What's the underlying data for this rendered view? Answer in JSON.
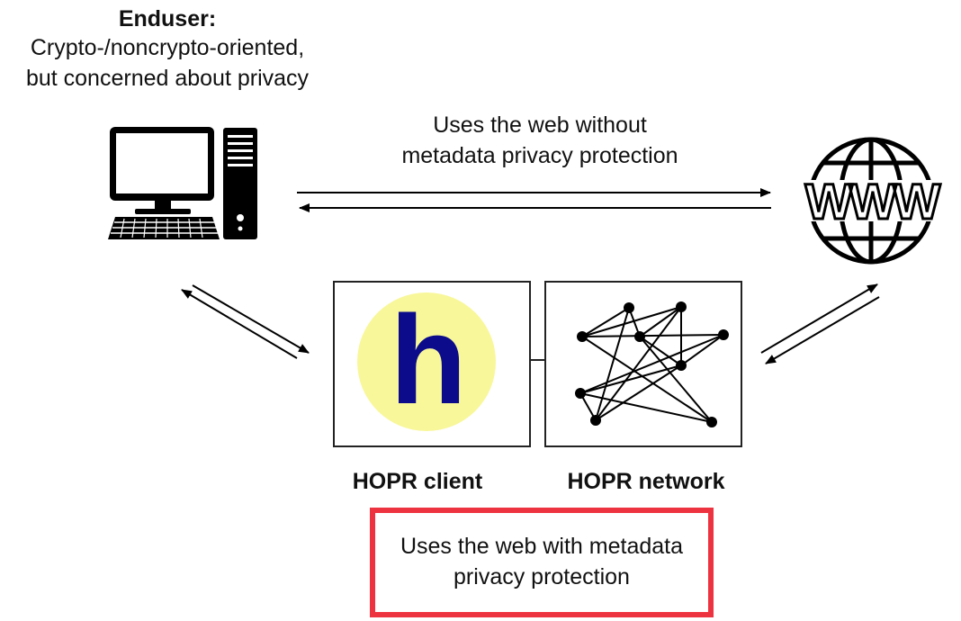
{
  "enduser": {
    "title": "Enduser:",
    "line1": "Crypto-/noncrypto-oriented,",
    "line2": "but concerned about privacy"
  },
  "web_without_privacy": {
    "line1": "Uses the web without",
    "line2": "metadata privacy protection"
  },
  "www_icon": {
    "icon": "globe-www-icon",
    "text": "WWW"
  },
  "computer_icon": {
    "icon": "desktop-computer-icon"
  },
  "hopr_client": {
    "label": "HOPR client",
    "logo_letter": "h",
    "logo_bg": "#f8f79a",
    "logo_fg": "#0b0b8c"
  },
  "hopr_network": {
    "label": "HOPR network",
    "icon": "network-graph-icon"
  },
  "web_with_privacy": {
    "line1": "Uses the web with metadata",
    "line2": "privacy protection",
    "border_color": "#ee3340"
  }
}
